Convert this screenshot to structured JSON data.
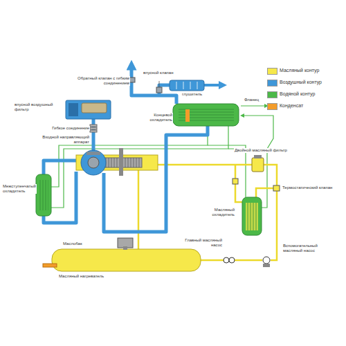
{
  "diagram": {
    "labels": [
      "впусной воздушный фильтр",
      "Обратный клапан с гибким соединением",
      "впусной клапан",
      "глушитель",
      "Фланец",
      "Концевой охладитель",
      "Гибкое соединение",
      "Входной направляющий аппарат",
      "Двойной масляный фильтр",
      "Термостатический клапан",
      "Межступенчатый охладитель",
      "Масляный охладитель",
      "Маслобак",
      "Масляный нагреватель",
      "Главный масляный насос",
      "Вспомогательный масляный насос"
    ],
    "legend": [
      {
        "text": "Масляный контур",
        "color": "#f6e84a"
      },
      {
        "text": "Воздушный контур",
        "color": "#3f97d8"
      },
      {
        "text": "Водяной контур",
        "color": "#4cb848"
      },
      {
        "text": "Конденсат",
        "color": "#f39c2a"
      }
    ]
  }
}
